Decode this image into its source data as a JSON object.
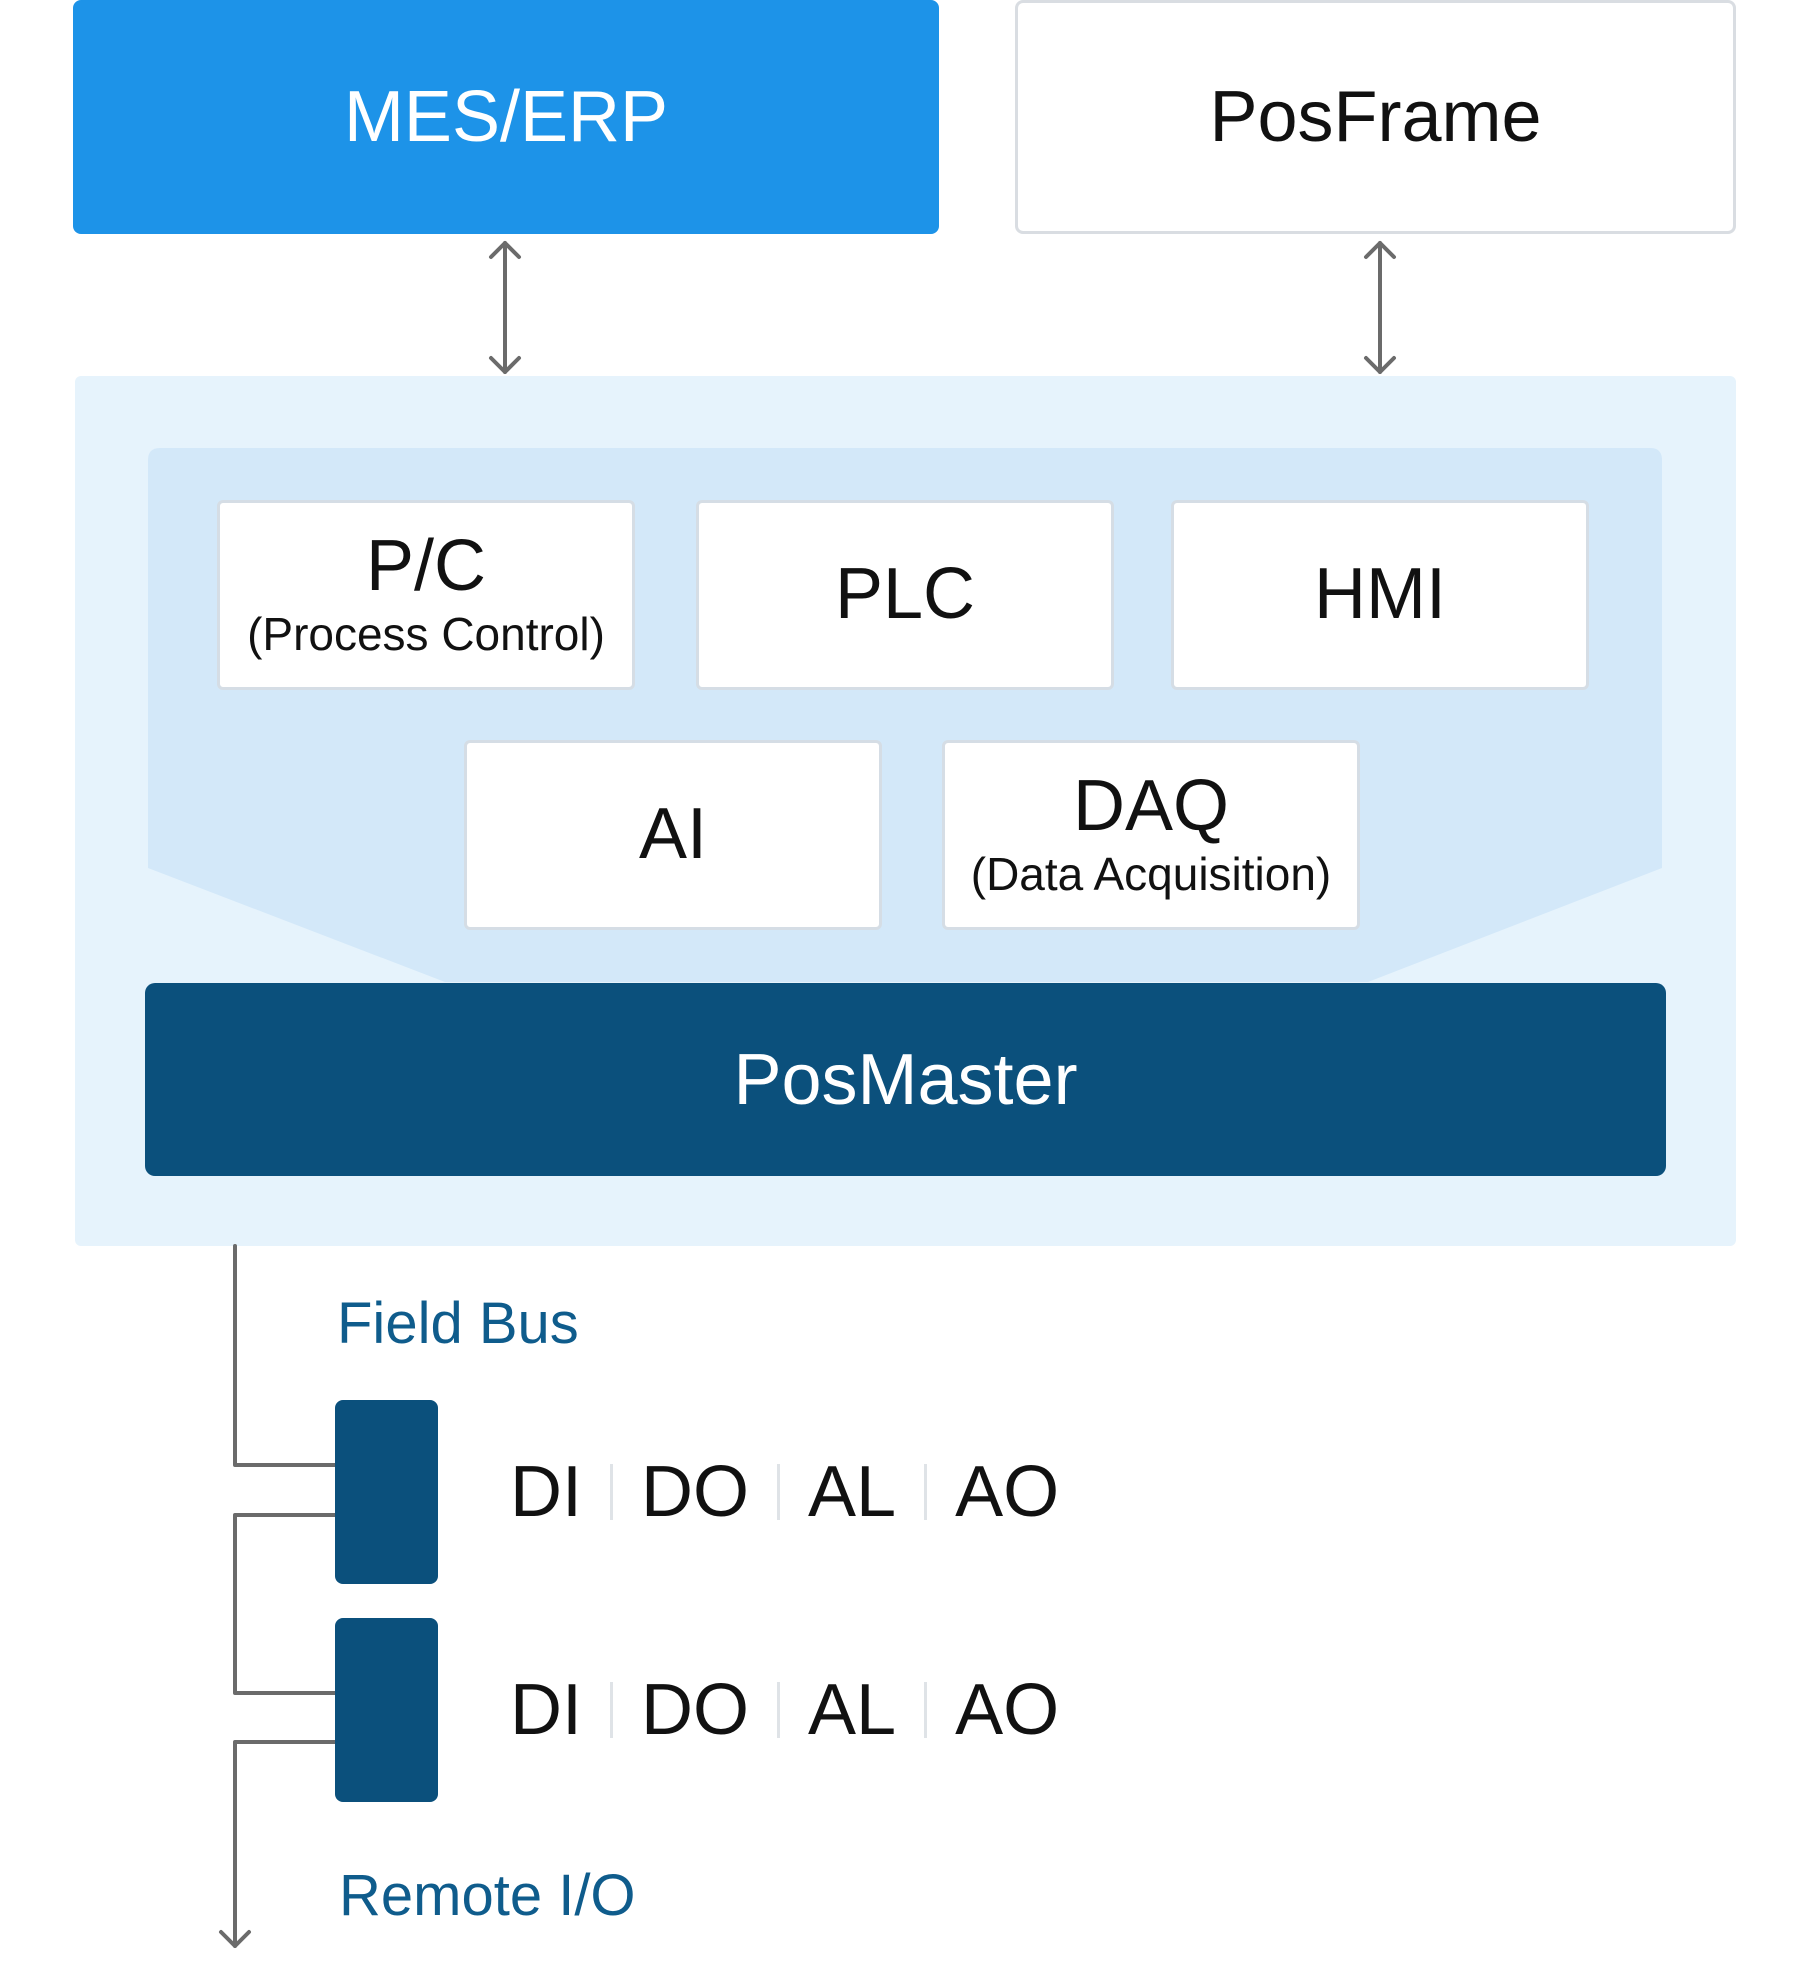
{
  "top": {
    "mes_erp": "MES/ERP",
    "posframe": "PosFrame"
  },
  "controller": {
    "modules": [
      {
        "name": "P/C",
        "sub": "(Process Control)"
      },
      {
        "name": "PLC",
        "sub": ""
      },
      {
        "name": "HMI",
        "sub": ""
      },
      {
        "name": "AI",
        "sub": ""
      },
      {
        "name": "DAQ",
        "sub": "(Data Acquisition)"
      }
    ],
    "posmaster": "PosMaster"
  },
  "fieldbus": {
    "label": "Field Bus",
    "remote_label": "Remote I/O",
    "rows": [
      {
        "signals": [
          "DI",
          "DO",
          "AL",
          "AO"
        ]
      },
      {
        "signals": [
          "DI",
          "DO",
          "AL",
          "AO"
        ]
      }
    ]
  },
  "colors": {
    "mes_blue": "#1d93e8",
    "dark_navy": "#0b507c",
    "panel_light": "#e6f3fc",
    "panel_inner": "#d3e8f9",
    "label_blue": "#0f5c8c",
    "connector_gray": "#6b6b6b"
  }
}
